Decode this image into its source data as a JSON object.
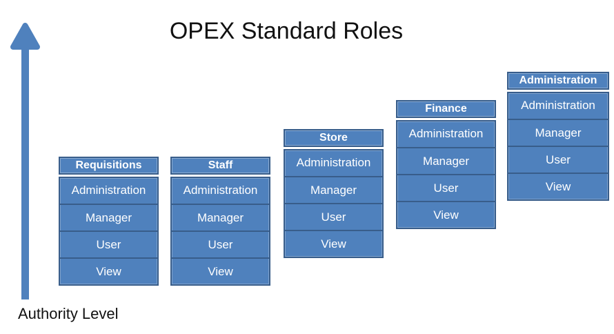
{
  "title": "OPEX Standard Roles",
  "axis_label": "Authority Level",
  "colors": {
    "fill": "#4f81bd",
    "border": "#385d8a",
    "arrow": "#4f81bd",
    "text": "#ffffff",
    "title_text": "#111111"
  },
  "icons": {
    "arrow_up": "authority-level-up-arrow"
  },
  "departments": [
    {
      "title": "Requisitions",
      "roles": [
        "Administration",
        "Manager",
        "User",
        "View"
      ]
    },
    {
      "title": "Staff",
      "roles": [
        "Administration",
        "Manager",
        "User",
        "View"
      ]
    },
    {
      "title": "Store",
      "roles": [
        "Administration",
        "Manager",
        "User",
        "View"
      ]
    },
    {
      "title": "Finance",
      "roles": [
        "Administration",
        "Manager",
        "User",
        "View"
      ]
    },
    {
      "title": "Administration",
      "roles": [
        "Administration",
        "Manager",
        "User",
        "View"
      ]
    }
  ]
}
